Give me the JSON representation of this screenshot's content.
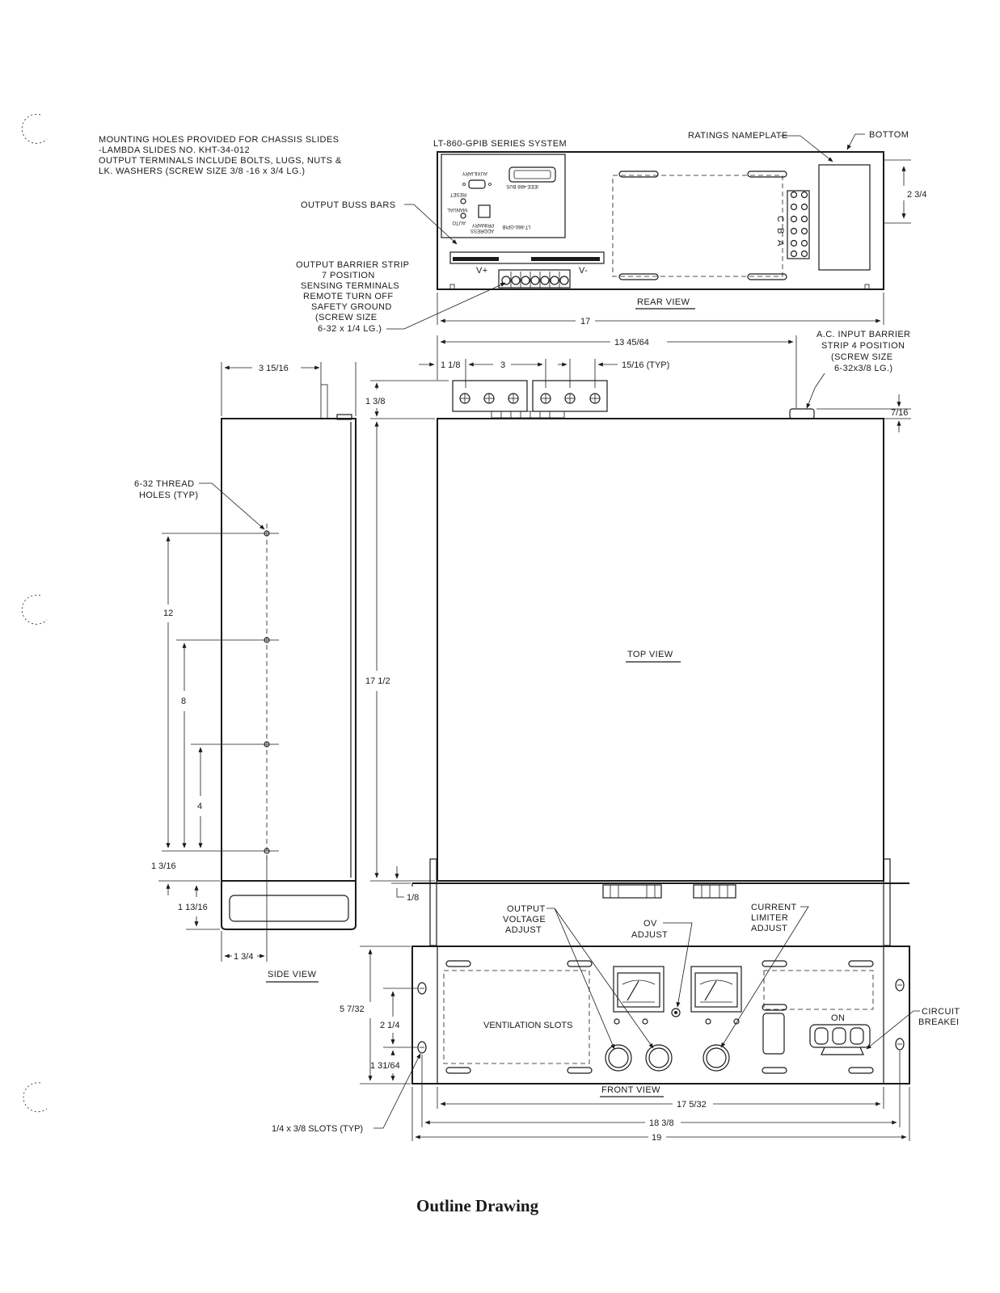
{
  "notes": {
    "line1": "MOUNTING HOLES PROVIDED FOR CHASSIS SLIDES",
    "line2": "-LAMBDA SLIDES NO. KHT-34-012",
    "line3": "OUTPUT TERMINALS INCLUDE BOLTS, LUGS, NUTS  &",
    "line4": "LK. WASHERS (SCREW SIZE 3/8 -16 x 3/4 LG.)"
  },
  "rear_view": {
    "series": "LT-860-GPIB  SERIES SYSTEM",
    "label": "REAR VIEW",
    "ratings_nameplate": "RATINGS NAMEPLATE",
    "bottom": "BOTTOM",
    "output_buss_bars": "OUTPUT BUSS BARS",
    "barrier_strip": [
      "OUTPUT BARRIER STRIP",
      "7 POSITION",
      "SENSING TERMINALS",
      "REMOTE TURN OFF",
      "SAFETY GROUND",
      "(SCREW SIZE",
      "6-32 x 1/4 LG.)"
    ],
    "panel_auxiliary": "AUXILIARY",
    "panel_bus": "IEEE-488 BUS",
    "panel_reset": "RESET",
    "panel_manual": "MANUAL",
    "panel_auto": "AUTO",
    "panel_primary": "PRIMARY",
    "panel_address": "ADDRESS",
    "panel_model": "LT-860-GPIB",
    "v_plus": "V+",
    "v_minus": "V-",
    "phase_c": "C",
    "phase_b": "B",
    "phase_a": "A",
    "dim_width": "17",
    "dim_height": "2 3/4"
  },
  "top_view": {
    "label": "TOP VIEW",
    "dim_width": "13  45/64",
    "dim_1_1_8": "1 1/8",
    "dim_3": "3",
    "dim_15_16": "15/16 (TYP)",
    "dim_1_3_8": "1 3/8",
    "dim_17_1_2": "17 1/2",
    "dim_1_8": "1/8",
    "dim_7_16": "7/16",
    "ac_input": [
      "A.C. INPUT BARRIER",
      "STRIP 4 POSITION",
      "(SCREW SIZE",
      "6-32x3/8 LG.)"
    ]
  },
  "side_view": {
    "label": "SIDE VIEW",
    "dim_width": "3 15/16",
    "thread_holes": [
      "6-32 THREAD",
      "HOLES (TYP)"
    ],
    "dim_12": "12",
    "dim_8": "8",
    "dim_4": "4",
    "dim_1_3_16": "1 3/16",
    "dim_1_13_16": "1 13/16",
    "dim_1_3_4": "1 3/4"
  },
  "front_view": {
    "label": "FRONT VIEW",
    "ventilation": "VENTILATION SLOTS",
    "output_voltage": [
      "OUTPUT",
      "VOLTAGE",
      "ADJUST"
    ],
    "ov_adjust": [
      "OV",
      "ADJUST"
    ],
    "current_limiter": [
      "CURRENT",
      "LIMITER",
      "ADJUST"
    ],
    "on": "ON",
    "circuit_breaker": [
      "CIRCUIT",
      "BREAKEI"
    ],
    "slots": "1/4 x 3/8 SLOTS (TYP)",
    "dim_5_7_32": "5 7/32",
    "dim_2_1_4": "2 1/4",
    "dim_1_31_64": "1 31/64",
    "dim_17_5_32": "17 5/32",
    "dim_18_3_8": "18 3/8",
    "dim_19": "19"
  },
  "caption": "Outline Drawing"
}
